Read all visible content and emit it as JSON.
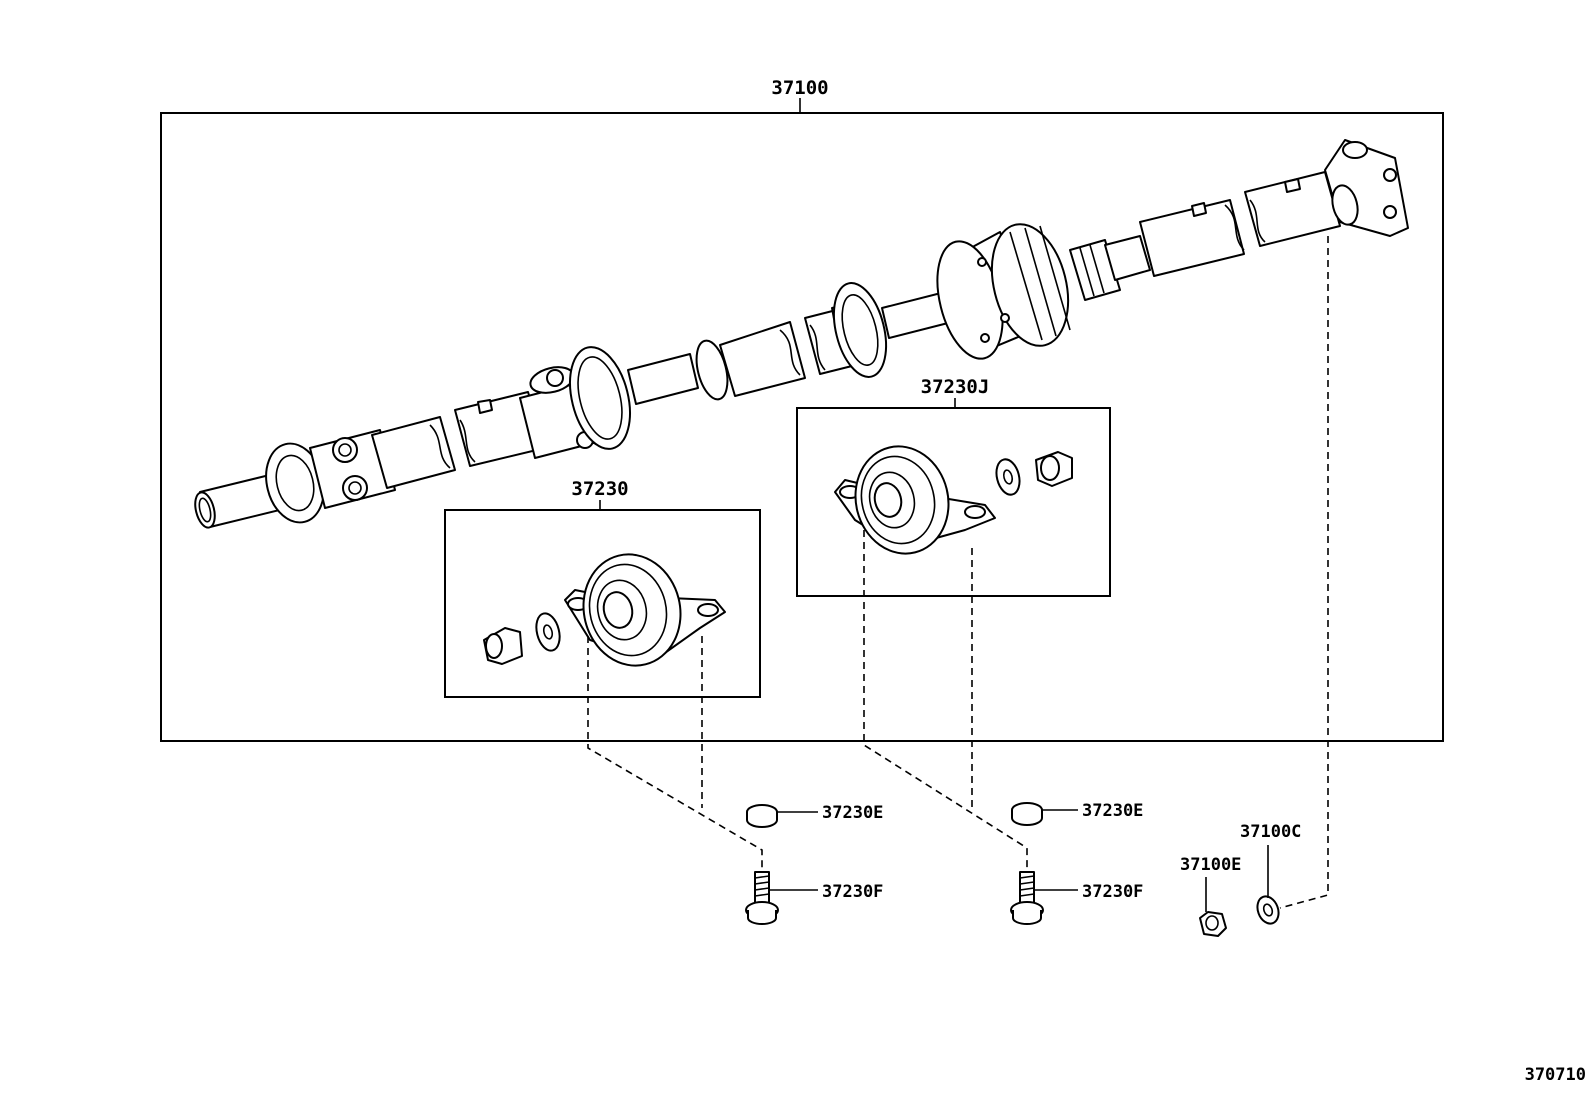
{
  "diagram": {
    "labels": {
      "assembly": "37100",
      "bearing_front": "37230",
      "bearing_rear": "37230J",
      "washer_left": "37230E",
      "washer_right": "37230E",
      "bolt_left": "37230F",
      "bolt_right": "37230F",
      "nut": "37100E",
      "washer_end": "37100C"
    },
    "reference_number": "370710"
  }
}
